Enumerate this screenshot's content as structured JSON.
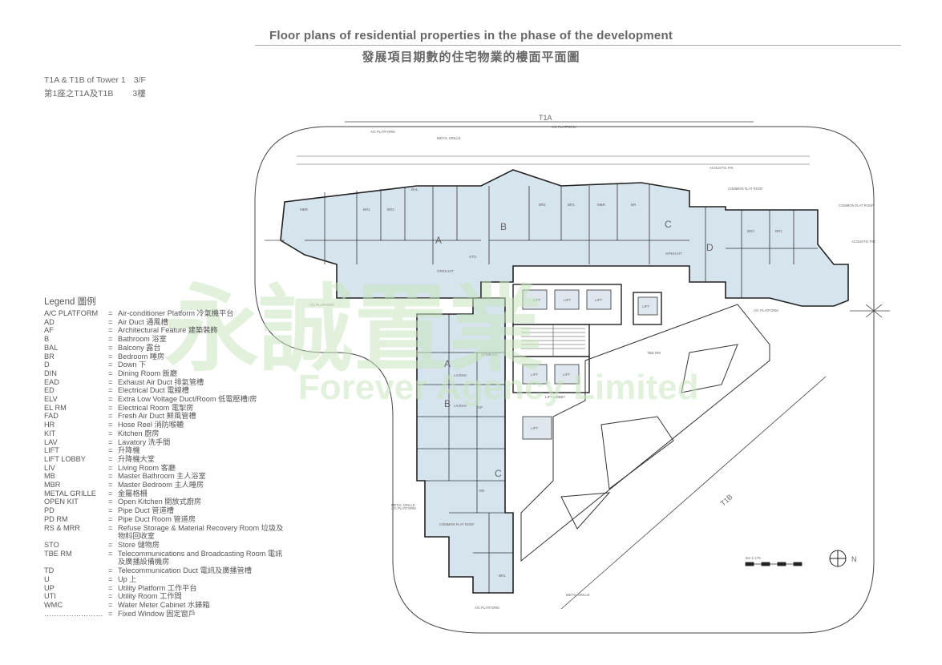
{
  "header": {
    "title_en": "Floor plans of residential properties in the phase of the development",
    "title_zh": "發展項目期數的住宅物業的樓面平面圖",
    "sub_en_left": "T1A & T1B of Tower 1",
    "sub_en_right": "3/F",
    "sub_zh_left": "第1座之T1A及T1B",
    "sub_zh_right": "3樓"
  },
  "legend": {
    "title": "Legend 圖例",
    "items": [
      {
        "code": "A/C PLATFORM",
        "desc": "Air-conditioner Platform 冷氣機平台"
      },
      {
        "code": "AD",
        "desc": "Air Duct 通風槽"
      },
      {
        "code": "AF",
        "desc": "Architectural Feature 建築裝飾"
      },
      {
        "code": "B",
        "desc": "Bathroom 浴室"
      },
      {
        "code": "BAL",
        "desc": "Balcony 露台"
      },
      {
        "code": "BR",
        "desc": "Bedroom 睡房"
      },
      {
        "code": "D",
        "desc": "Down 下"
      },
      {
        "code": "DIN",
        "desc": "Dining Room 飯廳"
      },
      {
        "code": "EAD",
        "desc": "Exhaust Air Duct 排氣管槽"
      },
      {
        "code": "ED",
        "desc": "Electrical Duct 電線槽"
      },
      {
        "code": "ELV",
        "desc": "Extra Low Voltage Duct/Room 低電壓槽/房"
      },
      {
        "code": "EL RM",
        "desc": "Electrical Room 電掣房"
      },
      {
        "code": "FAD",
        "desc": "Fresh Air Duct 鮮風管槽"
      },
      {
        "code": "HR",
        "desc": "Hose Reel 消防喉轆"
      },
      {
        "code": "KIT",
        "desc": "Kitchen 廚房"
      },
      {
        "code": "LAV",
        "desc": "Lavatory 洗手間"
      },
      {
        "code": "LIFT",
        "desc": "升降機"
      },
      {
        "code": "LIFT LOBBY",
        "desc": "升降機大堂"
      },
      {
        "code": "LIV",
        "desc": "Living Room 客廳"
      },
      {
        "code": "MB",
        "desc": "Master Bathroom 主人浴室"
      },
      {
        "code": "MBR",
        "desc": "Master Bedroom 主人睡房"
      },
      {
        "code": "METAL GRILLE",
        "desc": "金屬格柵"
      },
      {
        "code": "OPEN KIT",
        "desc": "Open Kitchen 開放式廚房"
      },
      {
        "code": "PD",
        "desc": "Pipe Duct 管道槽"
      },
      {
        "code": "PD RM",
        "desc": "Pipe Duct Room 管道房"
      },
      {
        "code": "RS & MRR",
        "desc": "Refuse Storage & Material Recovery Room 垃圾及物料回收室"
      },
      {
        "code": "STO",
        "desc": "Store 儲物房"
      },
      {
        "code": "TBE RM",
        "desc": "Telecommunications and Broadcasting Room 電訊及廣播設備機房"
      },
      {
        "code": "TD",
        "desc": "Telecommunication Duct 電訊及廣播管槽"
      },
      {
        "code": "U",
        "desc": "Up 上"
      },
      {
        "code": "UP",
        "desc": "Utility Platform 工作平台"
      },
      {
        "code": "UTI",
        "desc": "Utility Room 工作間"
      },
      {
        "code": "WMC",
        "desc": "Water Meter Cabinet 水錶箱"
      },
      {
        "code": "……………………",
        "desc": "Fixed Window 固定窗戶"
      }
    ]
  },
  "plan": {
    "tower_t1a_label": "T1A",
    "tower_t1b_label": "T1B",
    "unit_a_upper": "A",
    "unit_b_upper": "B",
    "unit_c_upper": "C",
    "unit_d_upper": "D",
    "unit_a_lower": "A",
    "unit_b_lower": "B",
    "unit_c_lower": "C",
    "lift": "LIFT",
    "open_kit": "OPEN KIT",
    "br": "BR",
    "br1": "BR1",
    "br2": "BR2",
    "mbr": "MBR",
    "bal": "BAL",
    "sto": "STO",
    "up": "UP",
    "liv_din": "LIV/DIN",
    "ac_platform": "A/C PLATFORM",
    "metal_grille": "METAL GRILLE",
    "common_flat_roof": "COMMON FLAT ROOF",
    "acoustic_fin": "ACOUSTIC FIN",
    "tbe_rm": "TBE RM",
    "lift_lobby": "LIFT LOBBY",
    "north_label": "N",
    "scale_label": "5m  1:175"
  },
  "watermark": {
    "text_zh": "永誠置業",
    "text_en": "Forever Agency Limited"
  },
  "colors": {
    "room_fill": "#d6e4ee",
    "line": "#222222",
    "watermark": "#cfe8c4"
  }
}
